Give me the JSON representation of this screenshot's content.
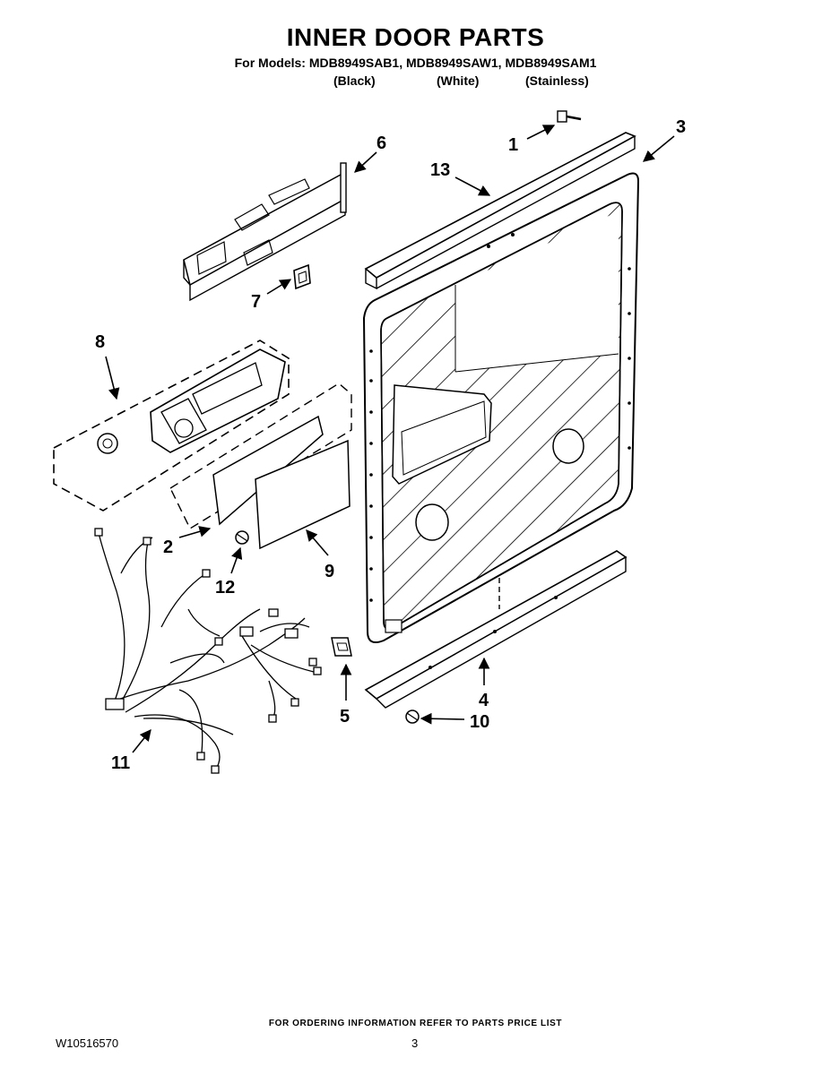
{
  "header": {
    "title": "INNER DOOR PARTS",
    "models": "For Models: MDB8949SAB1, MDB8949SAW1, MDB8949SAM1",
    "colors": [
      "(Black)",
      "(White)",
      "(Stainless)"
    ]
  },
  "callouts": [
    "1",
    "2",
    "3",
    "4",
    "5",
    "6",
    "7",
    "8",
    "9",
    "10",
    "11",
    "12",
    "13"
  ],
  "footer": {
    "note": "FOR ORDERING INFORMATION REFER TO PARTS PRICE LIST",
    "doc_number": "W10516570",
    "page_number": "3"
  }
}
